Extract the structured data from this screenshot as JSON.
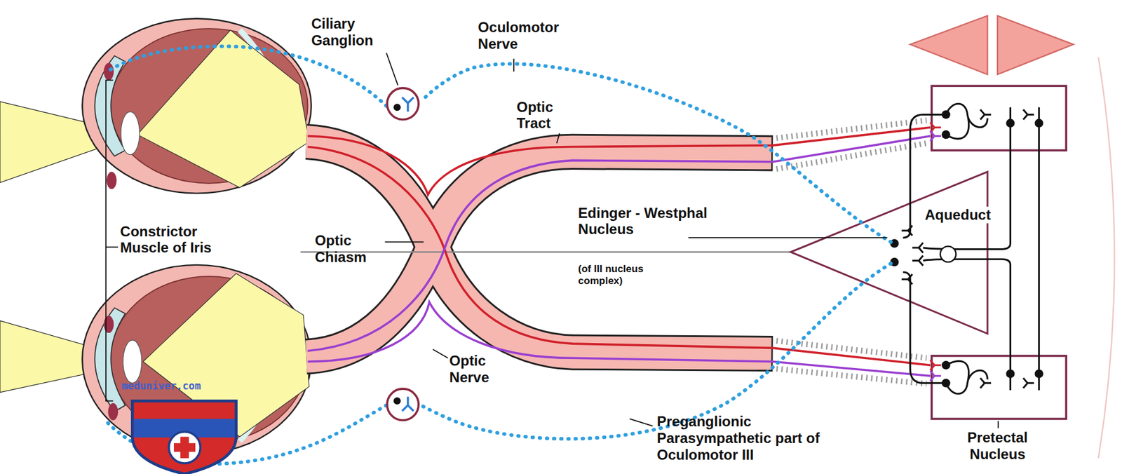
{
  "diagram": {
    "labels": [
      "Ciliary Ganglion",
      "Oculomotor Nerve",
      "Optic Tract",
      "Edinger - Westphal Nucleus",
      "(of III nucleus complex)",
      "Aqueduct",
      "Constrictor Muscle of Iris",
      "Optic Chiasm",
      "Optic Nerve",
      "Preganglionic Parasympathetic part of Oculomotor III",
      "Pretectal Nucleus",
      "meduniver.com"
    ]
  }
}
